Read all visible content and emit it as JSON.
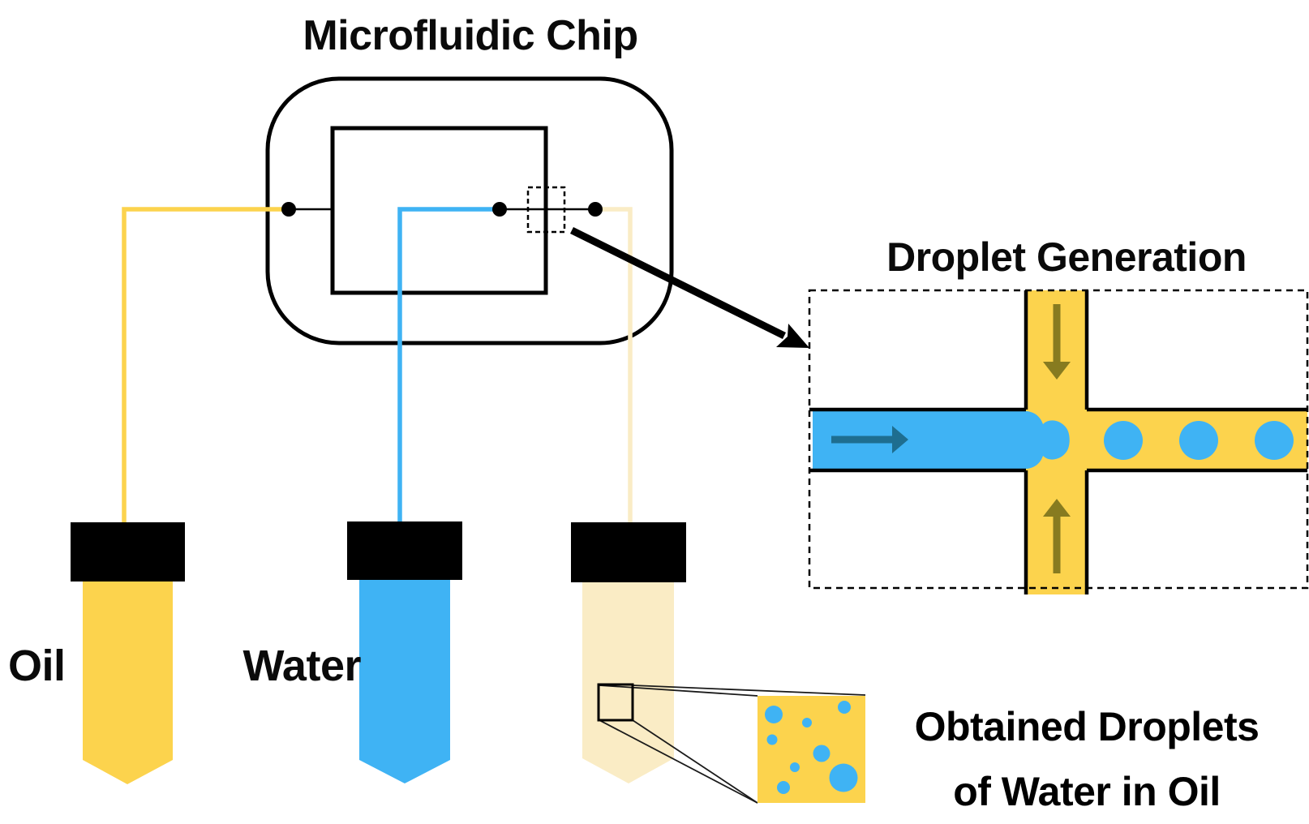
{
  "title": "Microfluidic Chip",
  "chip": {
    "ports": 3,
    "zoom_target": "flow-focusing junction (dashed box)"
  },
  "tubes": {
    "oil": {
      "label": "Oil",
      "color": "#FCD34D"
    },
    "water": {
      "label": "Water",
      "color": "#3FB3F4"
    },
    "output": {
      "color": "#FAECC5"
    }
  },
  "inset": {
    "title": "Droplet Generation",
    "channel_droplets": 3,
    "flow_arrows": [
      "oil-flow-down-icon",
      "water-flow-right-icon",
      "oil-flow-up-icon"
    ]
  },
  "magnified_sample": {
    "droplets": 8
  },
  "caption": {
    "line1": "Obtained Droplets",
    "line2": "of Water in Oil"
  },
  "colors": {
    "gold": "#FCD34D",
    "pale": "#FAECC5",
    "blue": "#3FB3F4",
    "teal": "#1E6E90",
    "olive": "#877B20",
    "ink": "#000000"
  }
}
